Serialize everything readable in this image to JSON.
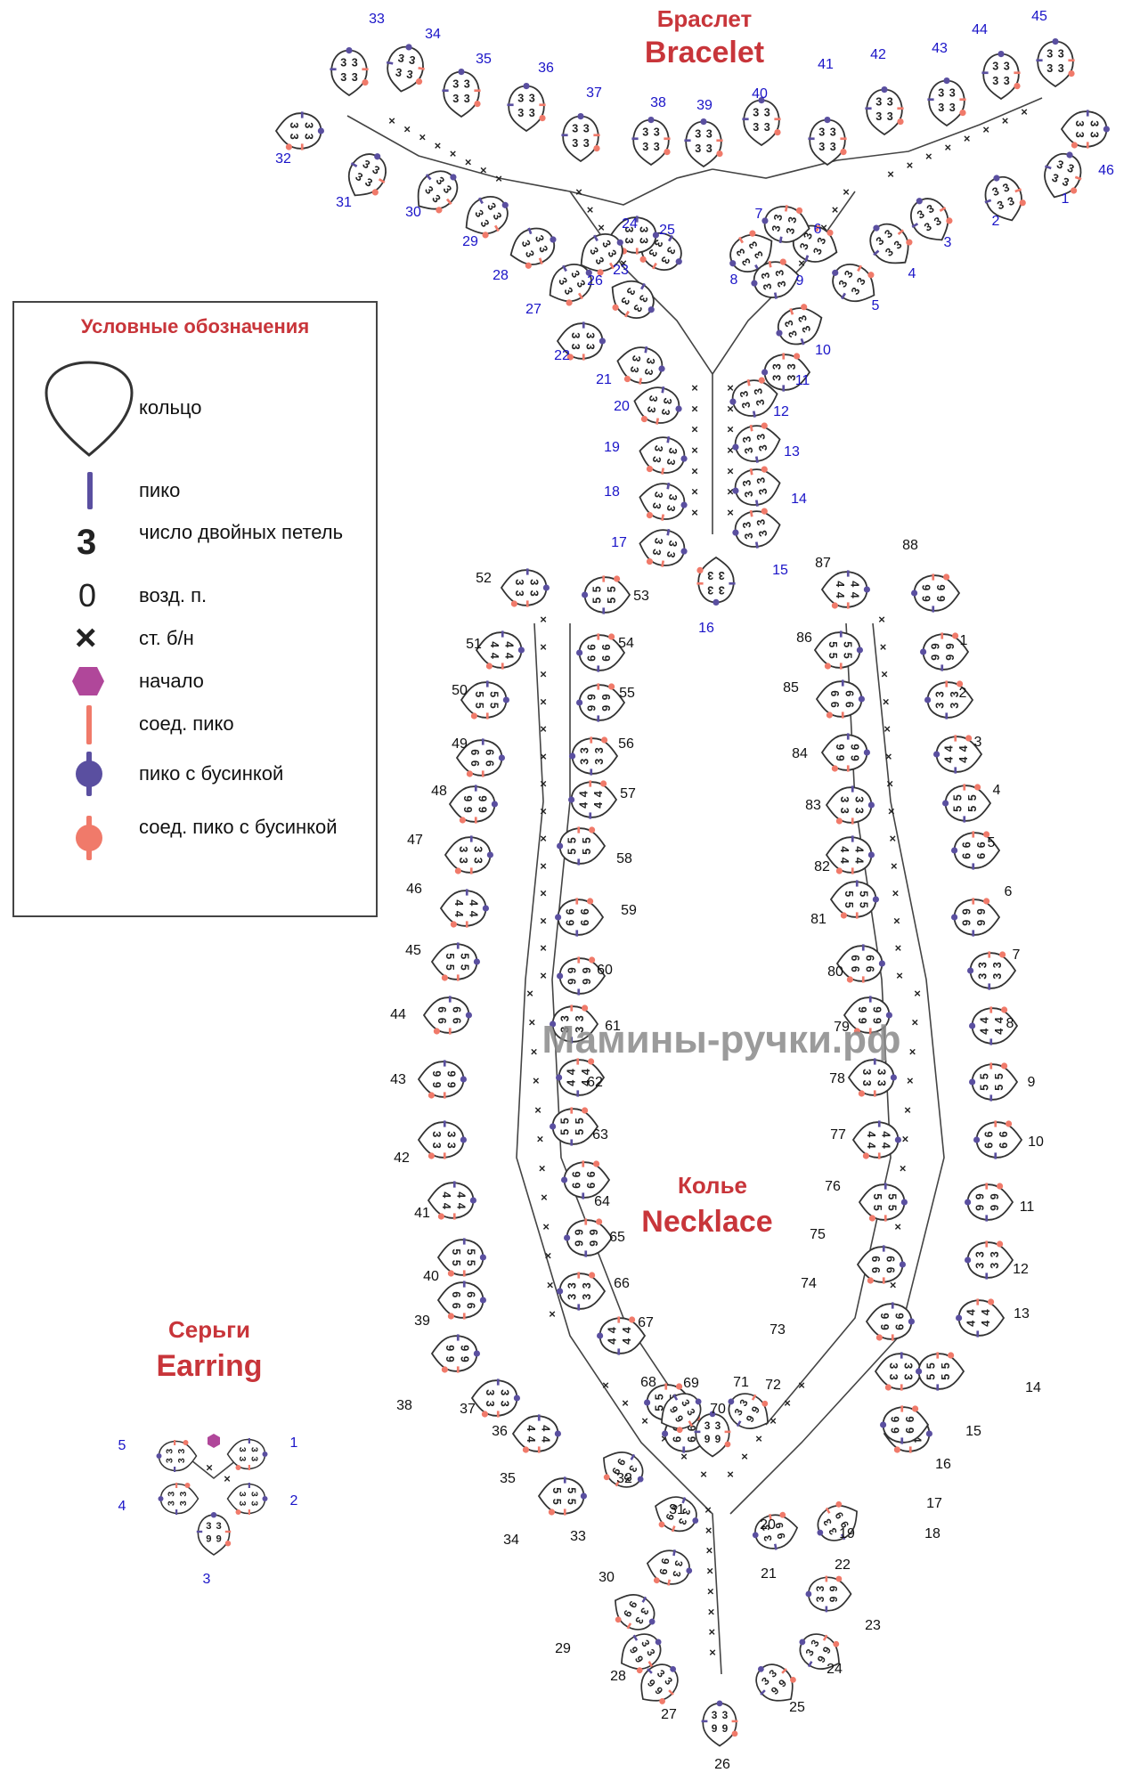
{
  "bracelet": {
    "title_ru": "Браслет",
    "title_en": "Bracelet"
  },
  "necklace": {
    "title_ru": "Колье",
    "title_en": "Necklace"
  },
  "earring": {
    "title_ru": "Серьги",
    "title_en": "Earring"
  },
  "watermark": "Мамины-ручки.рф",
  "legend": {
    "title": "Условные обозначения",
    "items": [
      {
        "symbol": "ring",
        "label": "кольцо"
      },
      {
        "symbol": "picot",
        "label": "пико"
      },
      {
        "symbol": "digit-3",
        "label": "число двойных петель",
        "glyph": "3"
      },
      {
        "symbol": "chain-zero",
        "label": "возд. п.",
        "glyph": "0"
      },
      {
        "symbol": "cross",
        "label": "ст. б/н",
        "glyph": "×"
      },
      {
        "symbol": "start-hexagon",
        "label": "начало"
      },
      {
        "symbol": "join-picot",
        "label": "соед. пико"
      },
      {
        "symbol": "bead-picot",
        "label": "пико с бусинкой"
      },
      {
        "symbol": "join-bead-picot",
        "label": "соед. пико с бусинкой"
      }
    ]
  },
  "colors": {
    "title": "#c8353a",
    "blue_numbers": "#1a14c8",
    "picot": "#5a4fa0",
    "join_picot": "#f07a6a",
    "start": "#b0479a"
  },
  "bracelet_numbers": [
    "1",
    "2",
    "3",
    "4",
    "5",
    "6",
    "7",
    "8",
    "9",
    "10",
    "11",
    "12",
    "13",
    "14",
    "15",
    "16",
    "17",
    "18",
    "19",
    "20",
    "21",
    "22",
    "23",
    "24",
    "25",
    "26",
    "27",
    "28",
    "29",
    "30",
    "31",
    "32",
    "33",
    "34",
    "35",
    "36",
    "37",
    "38",
    "39",
    "40",
    "41",
    "42",
    "43",
    "44",
    "45",
    "46"
  ],
  "necklace_numbers": [
    "1",
    "2",
    "3",
    "4",
    "5",
    "6",
    "7",
    "8",
    "9",
    "10",
    "11",
    "12",
    "13",
    "14",
    "15",
    "16",
    "17",
    "18",
    "19",
    "20",
    "21",
    "22",
    "23",
    "24",
    "25",
    "26",
    "27",
    "28",
    "29",
    "30",
    "31",
    "32",
    "33",
    "34",
    "35",
    "36",
    "37",
    "38",
    "39",
    "40",
    "41",
    "42",
    "43",
    "44",
    "45",
    "46",
    "47",
    "48",
    "49",
    "50",
    "51",
    "52",
    "53",
    "54",
    "55",
    "56",
    "57",
    "58",
    "59",
    "60",
    "61",
    "62",
    "63",
    "64",
    "65",
    "66",
    "67",
    "68",
    "69",
    "70",
    "71",
    "72",
    "73",
    "74",
    "75",
    "76",
    "77",
    "78",
    "79",
    "80",
    "81",
    "82",
    "83",
    "84",
    "85",
    "86",
    "87",
    "88"
  ],
  "earring_numbers": [
    "1",
    "2",
    "3",
    "4",
    "5"
  ]
}
